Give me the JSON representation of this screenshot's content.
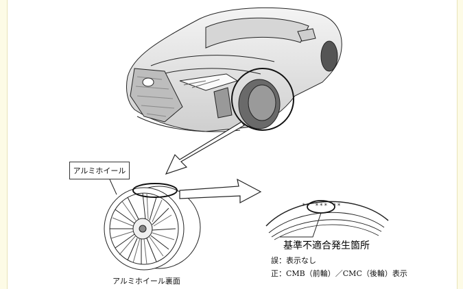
{
  "labels": {
    "wheel_callout": "アルミホイール",
    "wheel_back_caption": "アルミホイール裏面",
    "stamp_marks": "**  ***  **",
    "defect_location": "基準不適合発生箇所",
    "wrong_note": "誤：表示なし",
    "correct_note": "正：CMB（前輪）／CMC（後輪）表示"
  },
  "colors": {
    "line": "#222222",
    "car_fill": "#e6e6e6",
    "background": "#fdfbe6"
  }
}
